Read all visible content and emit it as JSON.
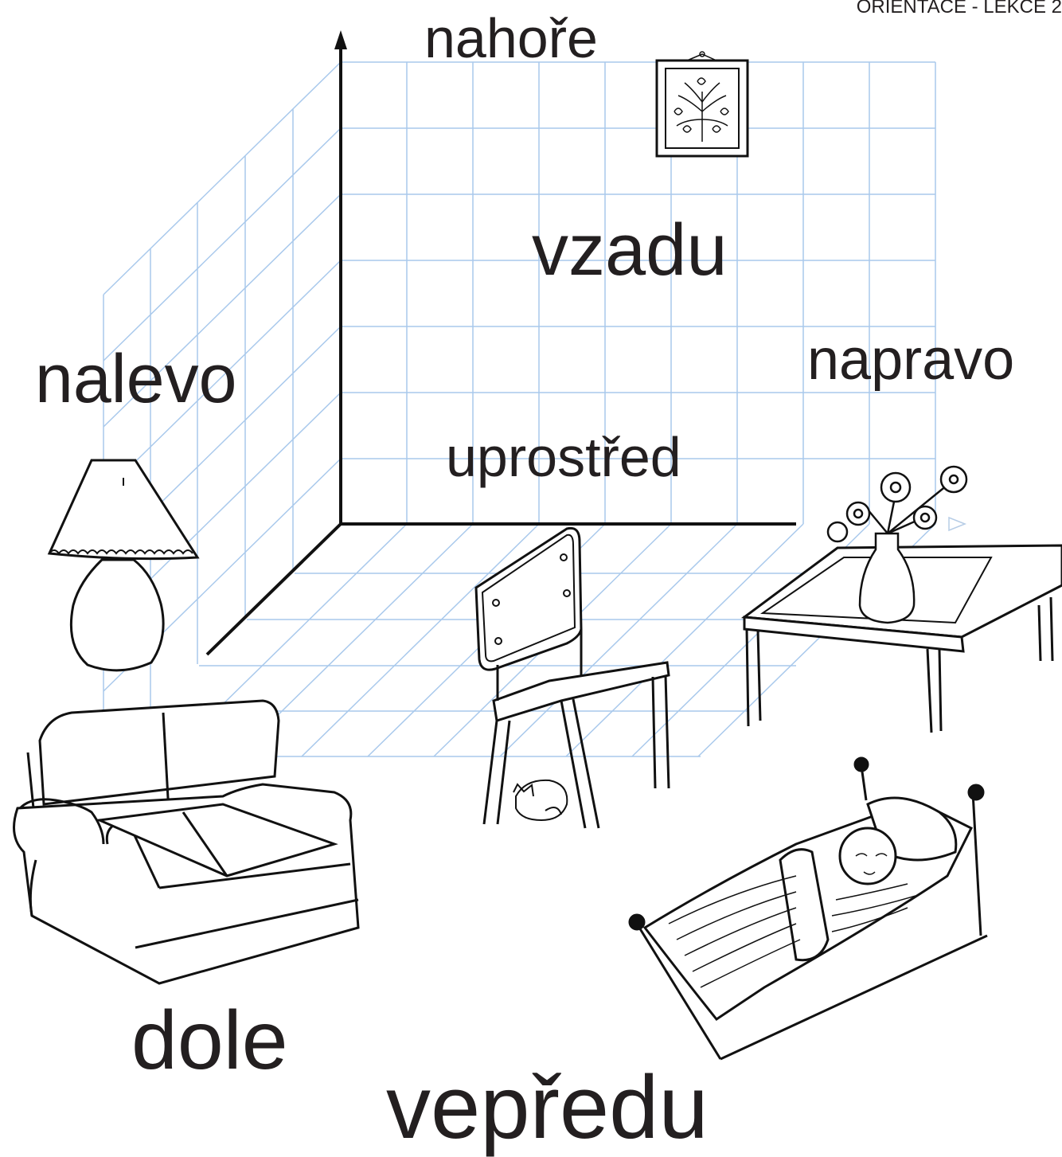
{
  "header": {
    "lesson": "ORIENTACE - LEKCE 2"
  },
  "labels": {
    "top": "nahoře",
    "back": "vzadu",
    "left": "nalevo",
    "right": "napravo",
    "middle": "uprostřed",
    "bottom": "dole",
    "front": "vepředu"
  },
  "colors": {
    "text": "#231f20",
    "grid": "#a9c9ec",
    "axis": "#111111",
    "ink": "#1a1a2e"
  },
  "objects": [
    "lamp-icon",
    "picture-frame-icon",
    "chair-icon",
    "cat-icon",
    "table-icon",
    "flower-vase-icon",
    "sofa-icon",
    "bed-icon"
  ]
}
